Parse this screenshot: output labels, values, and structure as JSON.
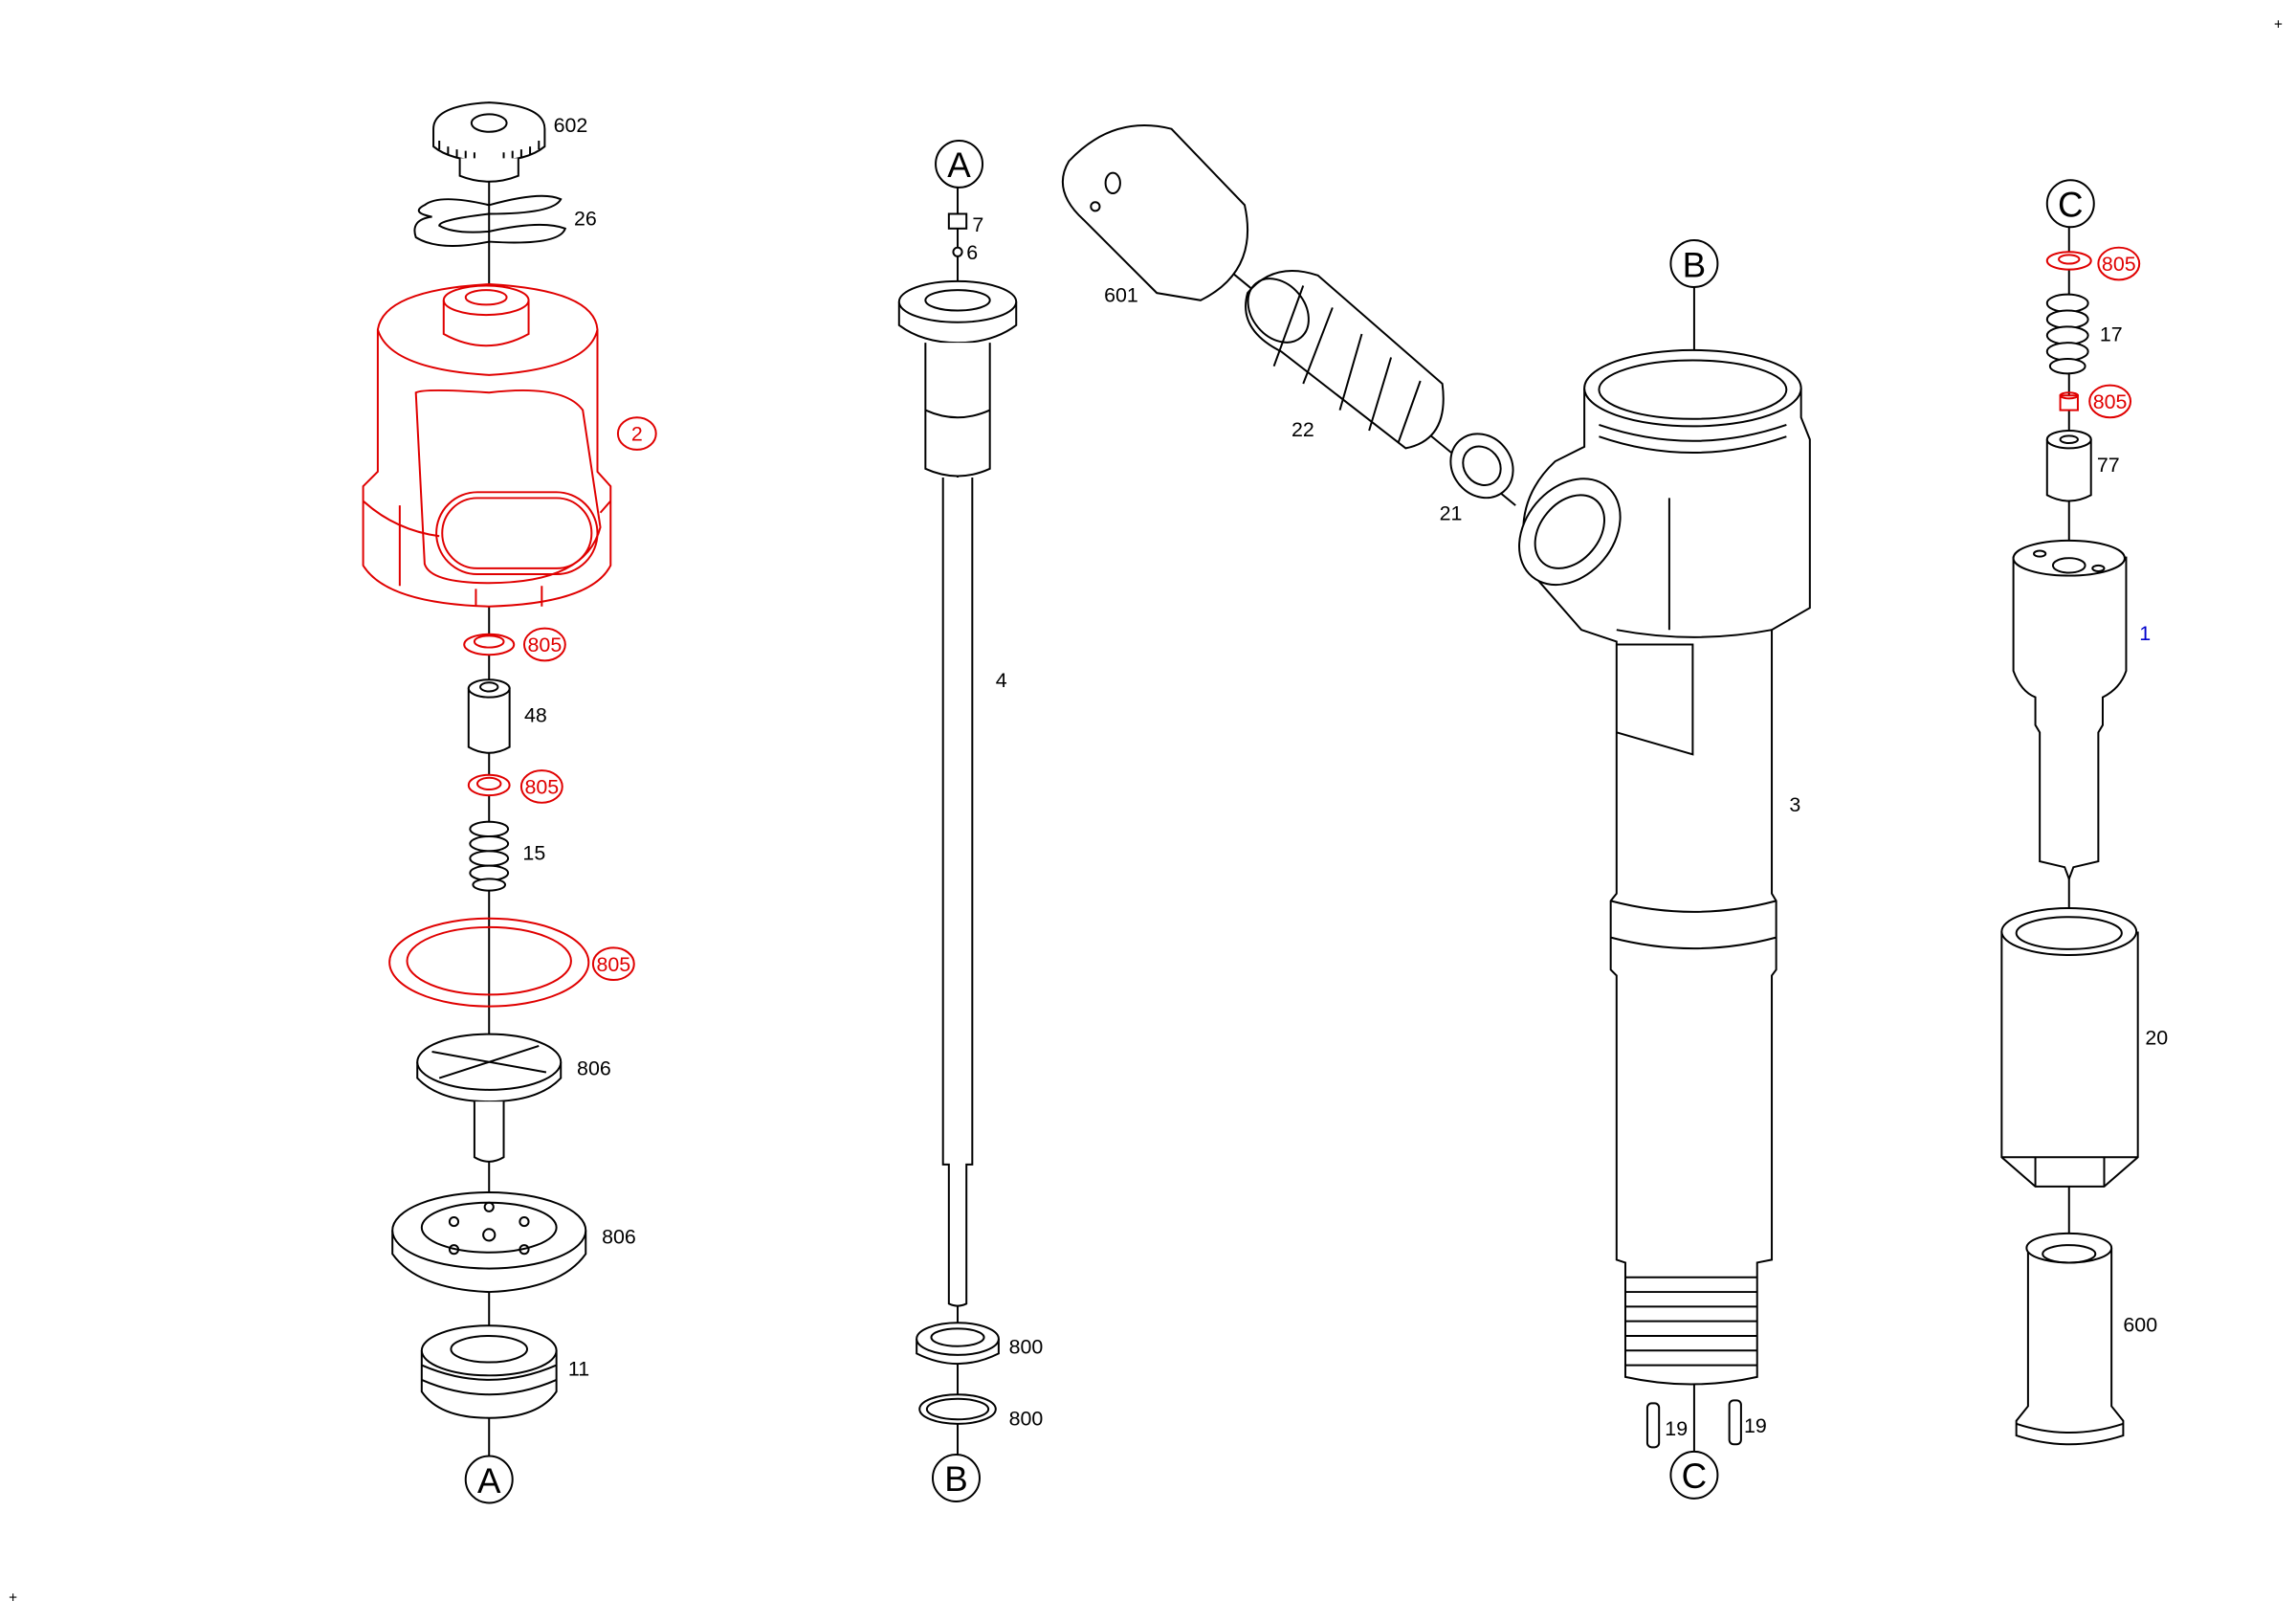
{
  "colors": {
    "highlight": "#e00000",
    "line": "#000000",
    "link": "#0000cc"
  },
  "refs": {
    "a_top": "A",
    "a_bottom": "A",
    "b_top": "B",
    "b_bottom": "B",
    "c_top": "C",
    "c_bottom": "C"
  },
  "corner_marks": {
    "top_right": "+",
    "bottom_left": "+"
  },
  "parts": {
    "p602": "602",
    "p26": "26",
    "p2": "2",
    "p805_a": "805",
    "p48": "48",
    "p805_b": "805",
    "p15": "15",
    "p805_c": "805",
    "p806_a": "806",
    "p806_b": "806",
    "p11": "11",
    "p7": "7",
    "p6": "6",
    "p4": "4",
    "p800_a": "800",
    "p800_b": "800",
    "p601": "601",
    "p22": "22",
    "p21": "21",
    "p3": "3",
    "p19_a": "19",
    "p19_b": "19",
    "p805_d": "805",
    "p17": "17",
    "p805_e": "805",
    "p77": "77",
    "p1": "1",
    "p20": "20",
    "p600": "600"
  }
}
